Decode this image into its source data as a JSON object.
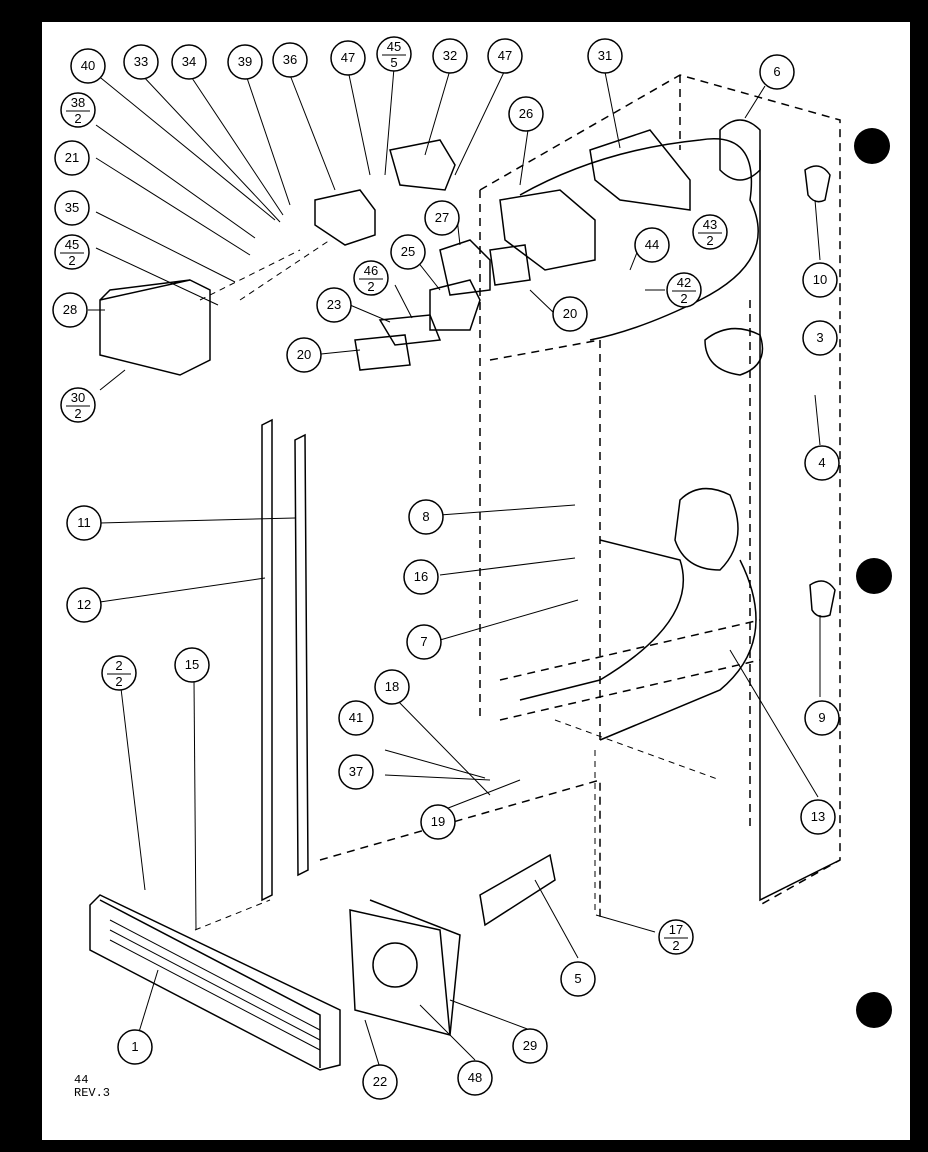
{
  "diagram": {
    "callouts": [
      {
        "id": "c40",
        "label": "40"
      },
      {
        "id": "c33",
        "label": "33"
      },
      {
        "id": "c34",
        "label": "34"
      },
      {
        "id": "c39",
        "label": "39"
      },
      {
        "id": "c36",
        "label": "36"
      },
      {
        "id": "c47a",
        "label": "47"
      },
      {
        "id": "c45_5",
        "label": "45",
        "sub": "5"
      },
      {
        "id": "c32",
        "label": "32"
      },
      {
        "id": "c47b",
        "label": "47"
      },
      {
        "id": "c31",
        "label": "31"
      },
      {
        "id": "c6",
        "label": "6"
      },
      {
        "id": "c38_2",
        "label": "38",
        "sub": "2"
      },
      {
        "id": "c21",
        "label": "21"
      },
      {
        "id": "c35",
        "label": "35"
      },
      {
        "id": "c45_2",
        "label": "45",
        "sub": "2"
      },
      {
        "id": "c28",
        "label": "28"
      },
      {
        "id": "c30_2",
        "label": "30",
        "sub": "2"
      },
      {
        "id": "c26",
        "label": "26"
      },
      {
        "id": "c27",
        "label": "27"
      },
      {
        "id": "c25",
        "label": "25"
      },
      {
        "id": "c46_2",
        "label": "46",
        "sub": "2"
      },
      {
        "id": "c23",
        "label": "23"
      },
      {
        "id": "c20a",
        "label": "20"
      },
      {
        "id": "c20b",
        "label": "20"
      },
      {
        "id": "c43_2",
        "label": "43",
        "sub": "2"
      },
      {
        "id": "c44",
        "label": "44"
      },
      {
        "id": "c42_2",
        "label": "42",
        "sub": "2"
      },
      {
        "id": "c10",
        "label": "10"
      },
      {
        "id": "c3",
        "label": "3"
      },
      {
        "id": "c4",
        "label": "4"
      },
      {
        "id": "c11",
        "label": "11"
      },
      {
        "id": "c12",
        "label": "12"
      },
      {
        "id": "c8",
        "label": "8"
      },
      {
        "id": "c16",
        "label": "16"
      },
      {
        "id": "c7",
        "label": "7"
      },
      {
        "id": "c9",
        "label": "9"
      },
      {
        "id": "c2_2",
        "label": "2",
        "sub": "2"
      },
      {
        "id": "c15",
        "label": "15"
      },
      {
        "id": "c18",
        "label": "18"
      },
      {
        "id": "c41",
        "label": "41"
      },
      {
        "id": "c37",
        "label": "37"
      },
      {
        "id": "c19",
        "label": "19"
      },
      {
        "id": "c13",
        "label": "13"
      },
      {
        "id": "c17_2",
        "label": "17",
        "sub": "2"
      },
      {
        "id": "c5",
        "label": "5"
      },
      {
        "id": "c1",
        "label": "1"
      },
      {
        "id": "c22",
        "label": "22"
      },
      {
        "id": "c48",
        "label": "48"
      },
      {
        "id": "c29",
        "label": "29"
      }
    ],
    "footer_code": "44",
    "footer_revision": "REV.3"
  }
}
